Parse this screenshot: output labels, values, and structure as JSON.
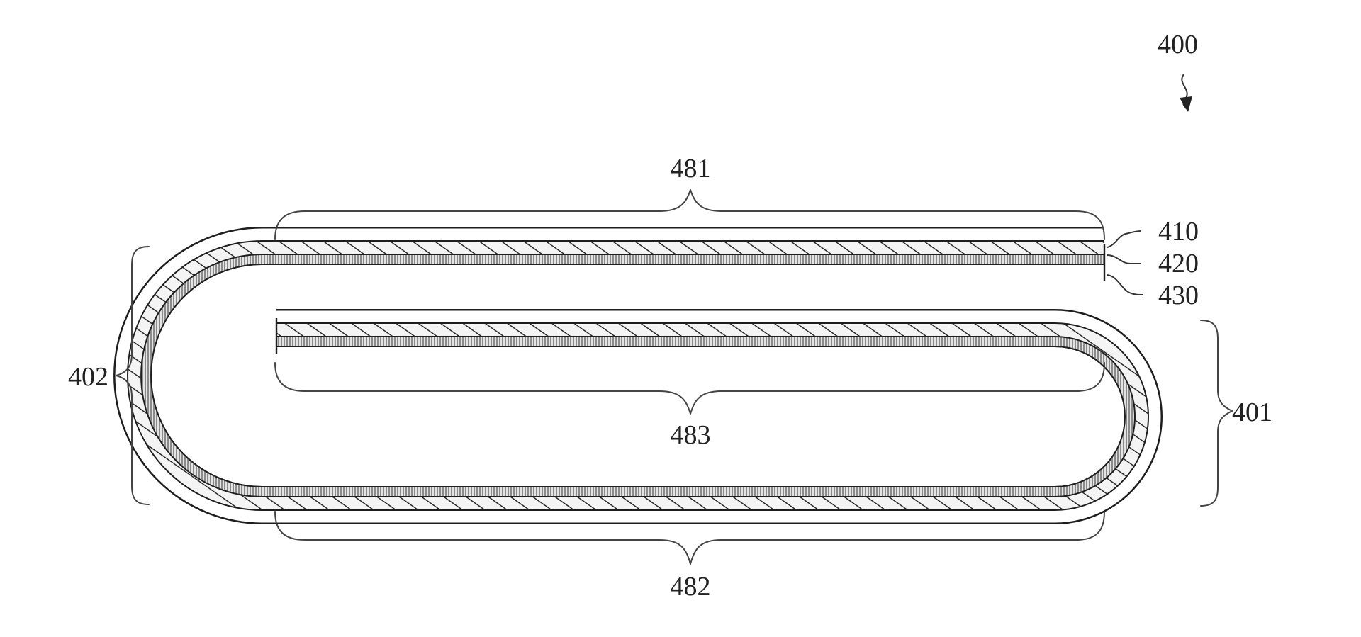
{
  "figure": {
    "ref_400": "400",
    "ref_481": "481",
    "ref_482": "482",
    "ref_483": "483",
    "ref_402": "402",
    "ref_401": "401",
    "layer_410": "410",
    "layer_420": "420",
    "layer_430": "430",
    "colors": {
      "line": "#1e1e1e",
      "hatch_dark": "#2a2a2a",
      "fill_light": "#f4f4f4",
      "dotted_fill": "#dcdcdc",
      "background": "#ffffff"
    }
  }
}
